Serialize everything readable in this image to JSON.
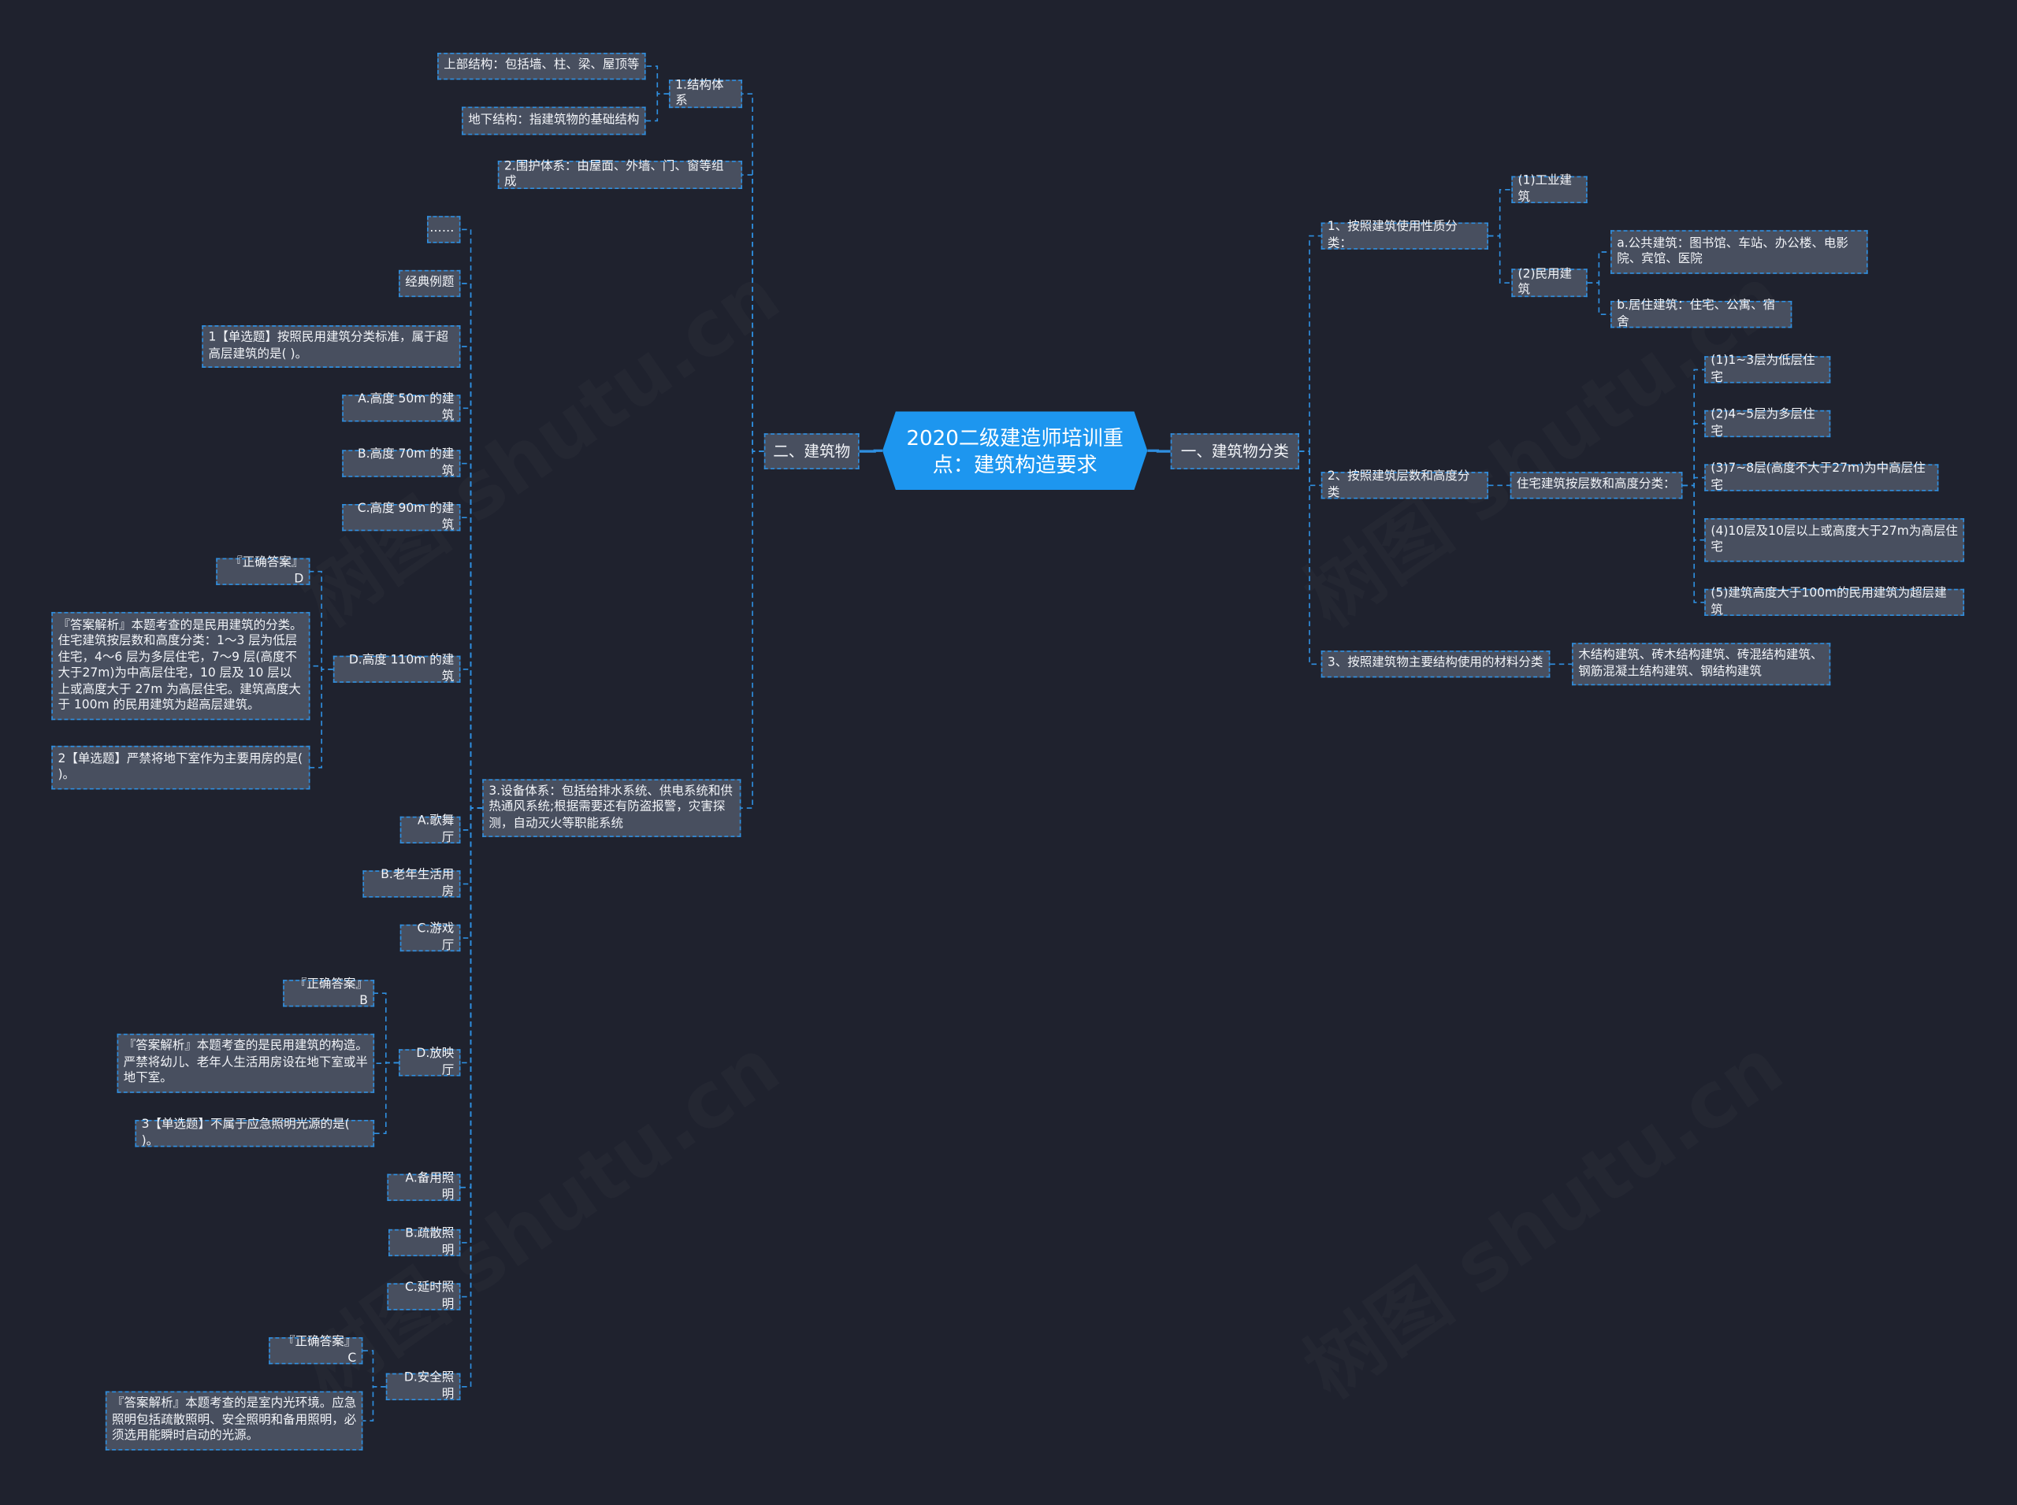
{
  "root": {
    "title": "2020二级建造师培训重点：建筑构造要求"
  },
  "watermark": "树图 shutu.cn",
  "left": {
    "label": "二、建筑物",
    "structure": {
      "label": "1.结构体系",
      "upper": "上部结构：包括墙、柱、梁、屋顶等",
      "lower": "地下结构：指建筑物的基础结构"
    },
    "envelope": "2.围护体系：由屋面、外墙、门、窗等组成",
    "equipment": {
      "label": "3.设备体系：包括给排水系统、供电系统和供热通风系统;根据需要还有防盗报警，灾害探测，自动灭火等职能系统",
      "items": {
        "ellipsis": "……",
        "examples": "经典例题",
        "q1": "1【单选题】按照民用建筑分类标准，属于超高层建筑的是( )。",
        "q1a": "A.高度 50m 的建筑",
        "q1b": "B.高度 70m 的建筑",
        "q1c": "C.高度 90m 的建筑",
        "q1d": "D.高度 110m 的建筑",
        "q1_answer": "『正确答案』D",
        "q1_analysis": "『答案解析』本题考查的是民用建筑的分类。住宅建筑按层数和高度分类：1～3 层为低层住宅，4～6 层为多层住宅，7～9 层(高度不大于27m)为中高层住宅，10 层及 10 层以上或高度大于 27m 为高层住宅。建筑高度大于 100m 的民用建筑为超高层建筑。",
        "q2": "2【单选题】严禁将地下室作为主要用房的是( )。",
        "q2a": "A.歌舞厅",
        "q2b": "B.老年生活用房",
        "q2c": "C.游戏厅",
        "q2d": "D.放映厅",
        "q2_answer": "『正确答案』B",
        "q2_analysis": "『答案解析』本题考查的是民用建筑的构造。严禁将幼儿、老年人生活用房设在地下室或半地下室。",
        "q3": "3【单选题】不属于应急照明光源的是( )。",
        "q3a": "A.备用照明",
        "q3b": "B.疏散照明",
        "q3c": "C.延时照明",
        "q3d": "D.安全照明",
        "q3_answer": "『正确答案』C",
        "q3_analysis": "『答案解析』本题考查的是室内光环境。应急照明包括疏散照明、安全照明和备用照明，必须选用能瞬时启动的光源。"
      }
    }
  },
  "right": {
    "label": "一、建筑物分类",
    "by_use": {
      "label": "1、按照建筑使用性质分类：",
      "industrial": "(1)工业建筑",
      "civil": "(2)民用建筑",
      "public": "a.公共建筑：图书馆、车站、办公楼、电影院、宾馆、医院",
      "residential": "b.居住建筑：住宅、公寓、宿舍"
    },
    "by_floors": {
      "label": "2、按照建筑层数和高度分类",
      "sub": "住宅建筑按层数和高度分类：",
      "f1": "(1)1~3层为低层住宅",
      "f2": "(2)4~5层为多层住宅",
      "f3": "(3)7~8层(高度不大于27m)为中高层住宅",
      "f4": "(4)10层及10层以上或高度大于27m为高层住宅",
      "f5": "(5)建筑高度大于100m的民用建筑为超层建筑"
    },
    "by_material": {
      "label": "3、按照建筑物主要结构使用的材料分类",
      "value": "木结构建筑、砖木结构建筑、砖混结构建筑、钢筋混凝土结构建筑、钢结构建筑"
    }
  },
  "colors": {
    "background": "#1f222e",
    "root": "#1d96ef",
    "node": "#484f5f",
    "connector": "#2f8fe0"
  }
}
